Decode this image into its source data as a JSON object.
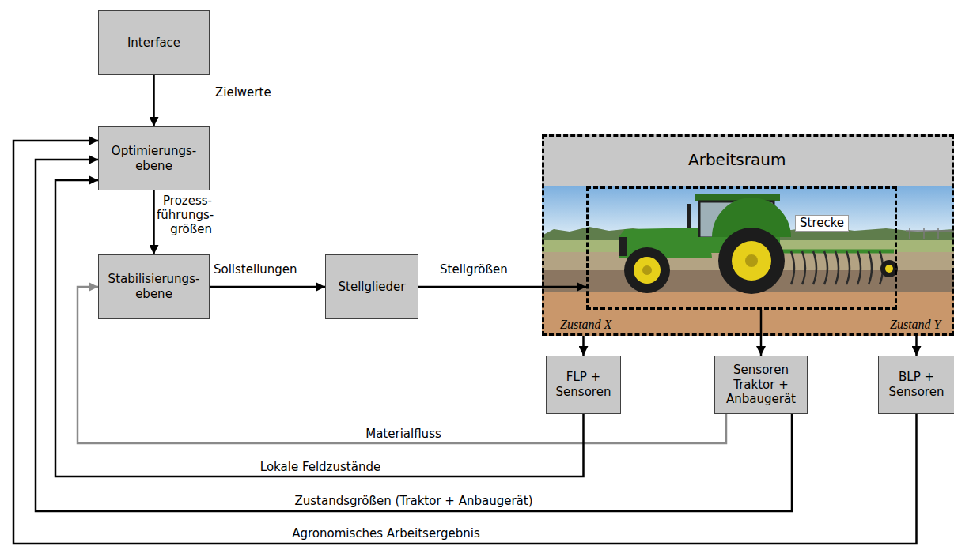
{
  "diagram": {
    "nodes": [
      {
        "text": [
          "Interface"
        ]
      },
      {
        "text": [
          "Optimierungs- ebene"
        ]
      },
      {
        "text": [
          "Stabilisierungs- ebene"
        ]
      },
      {
        "text": [
          "Stellglieder"
        ]
      },
      {
        "text": [
          "Arbeitsraum"
        ]
      },
      {
        "text": [
          "Strecke"
        ],
        "in": 4
      },
      {
        "text": [
          "FLP + Sensoren"
        ]
      },
      {
        "text": [
          "Sensoren Traktor + Anbaugerät"
        ]
      },
      {
        "text": [
          "BLP + Sensoren"
        ]
      }
    ],
    "edges": [
      {
        "from": 0,
        "to": 1,
        "arrow": "to",
        "label": "Zielwerte"
      },
      {
        "from": 1,
        "to": 2,
        "arrow": "to",
        "label": "Prozess- führungs- größen"
      },
      {
        "from": 2,
        "to": 3,
        "arrow": "to",
        "label": "Sollstellungen"
      },
      {
        "from": 3,
        "to": 5,
        "arrow": "to",
        "label": "Stellgrößen"
      },
      {
        "from": 4,
        "to": 6,
        "arrow": "to"
      },
      {
        "from": 5,
        "to": 7,
        "arrow": "to"
      },
      {
        "from": 4,
        "to": 8,
        "arrow": "to"
      },
      {
        "from": 7,
        "to": 2,
        "arrow": "to",
        "label": "Materialfluss"
      },
      {
        "from": 6,
        "to": 1,
        "arrow": "to",
        "label": "Lokale Feldzustände"
      },
      {
        "from": 7,
        "to": 1,
        "arrow": "to",
        "label": "Zustandsgrößen (Traktor + Anbaugerät)"
      },
      {
        "from": 8,
        "to": 1,
        "arrow": "to",
        "label": "Agronomisches Arbeitsergebnis"
      }
    ],
    "labels": [
      "Zustand X",
      "Zustand Y"
    ]
  }
}
